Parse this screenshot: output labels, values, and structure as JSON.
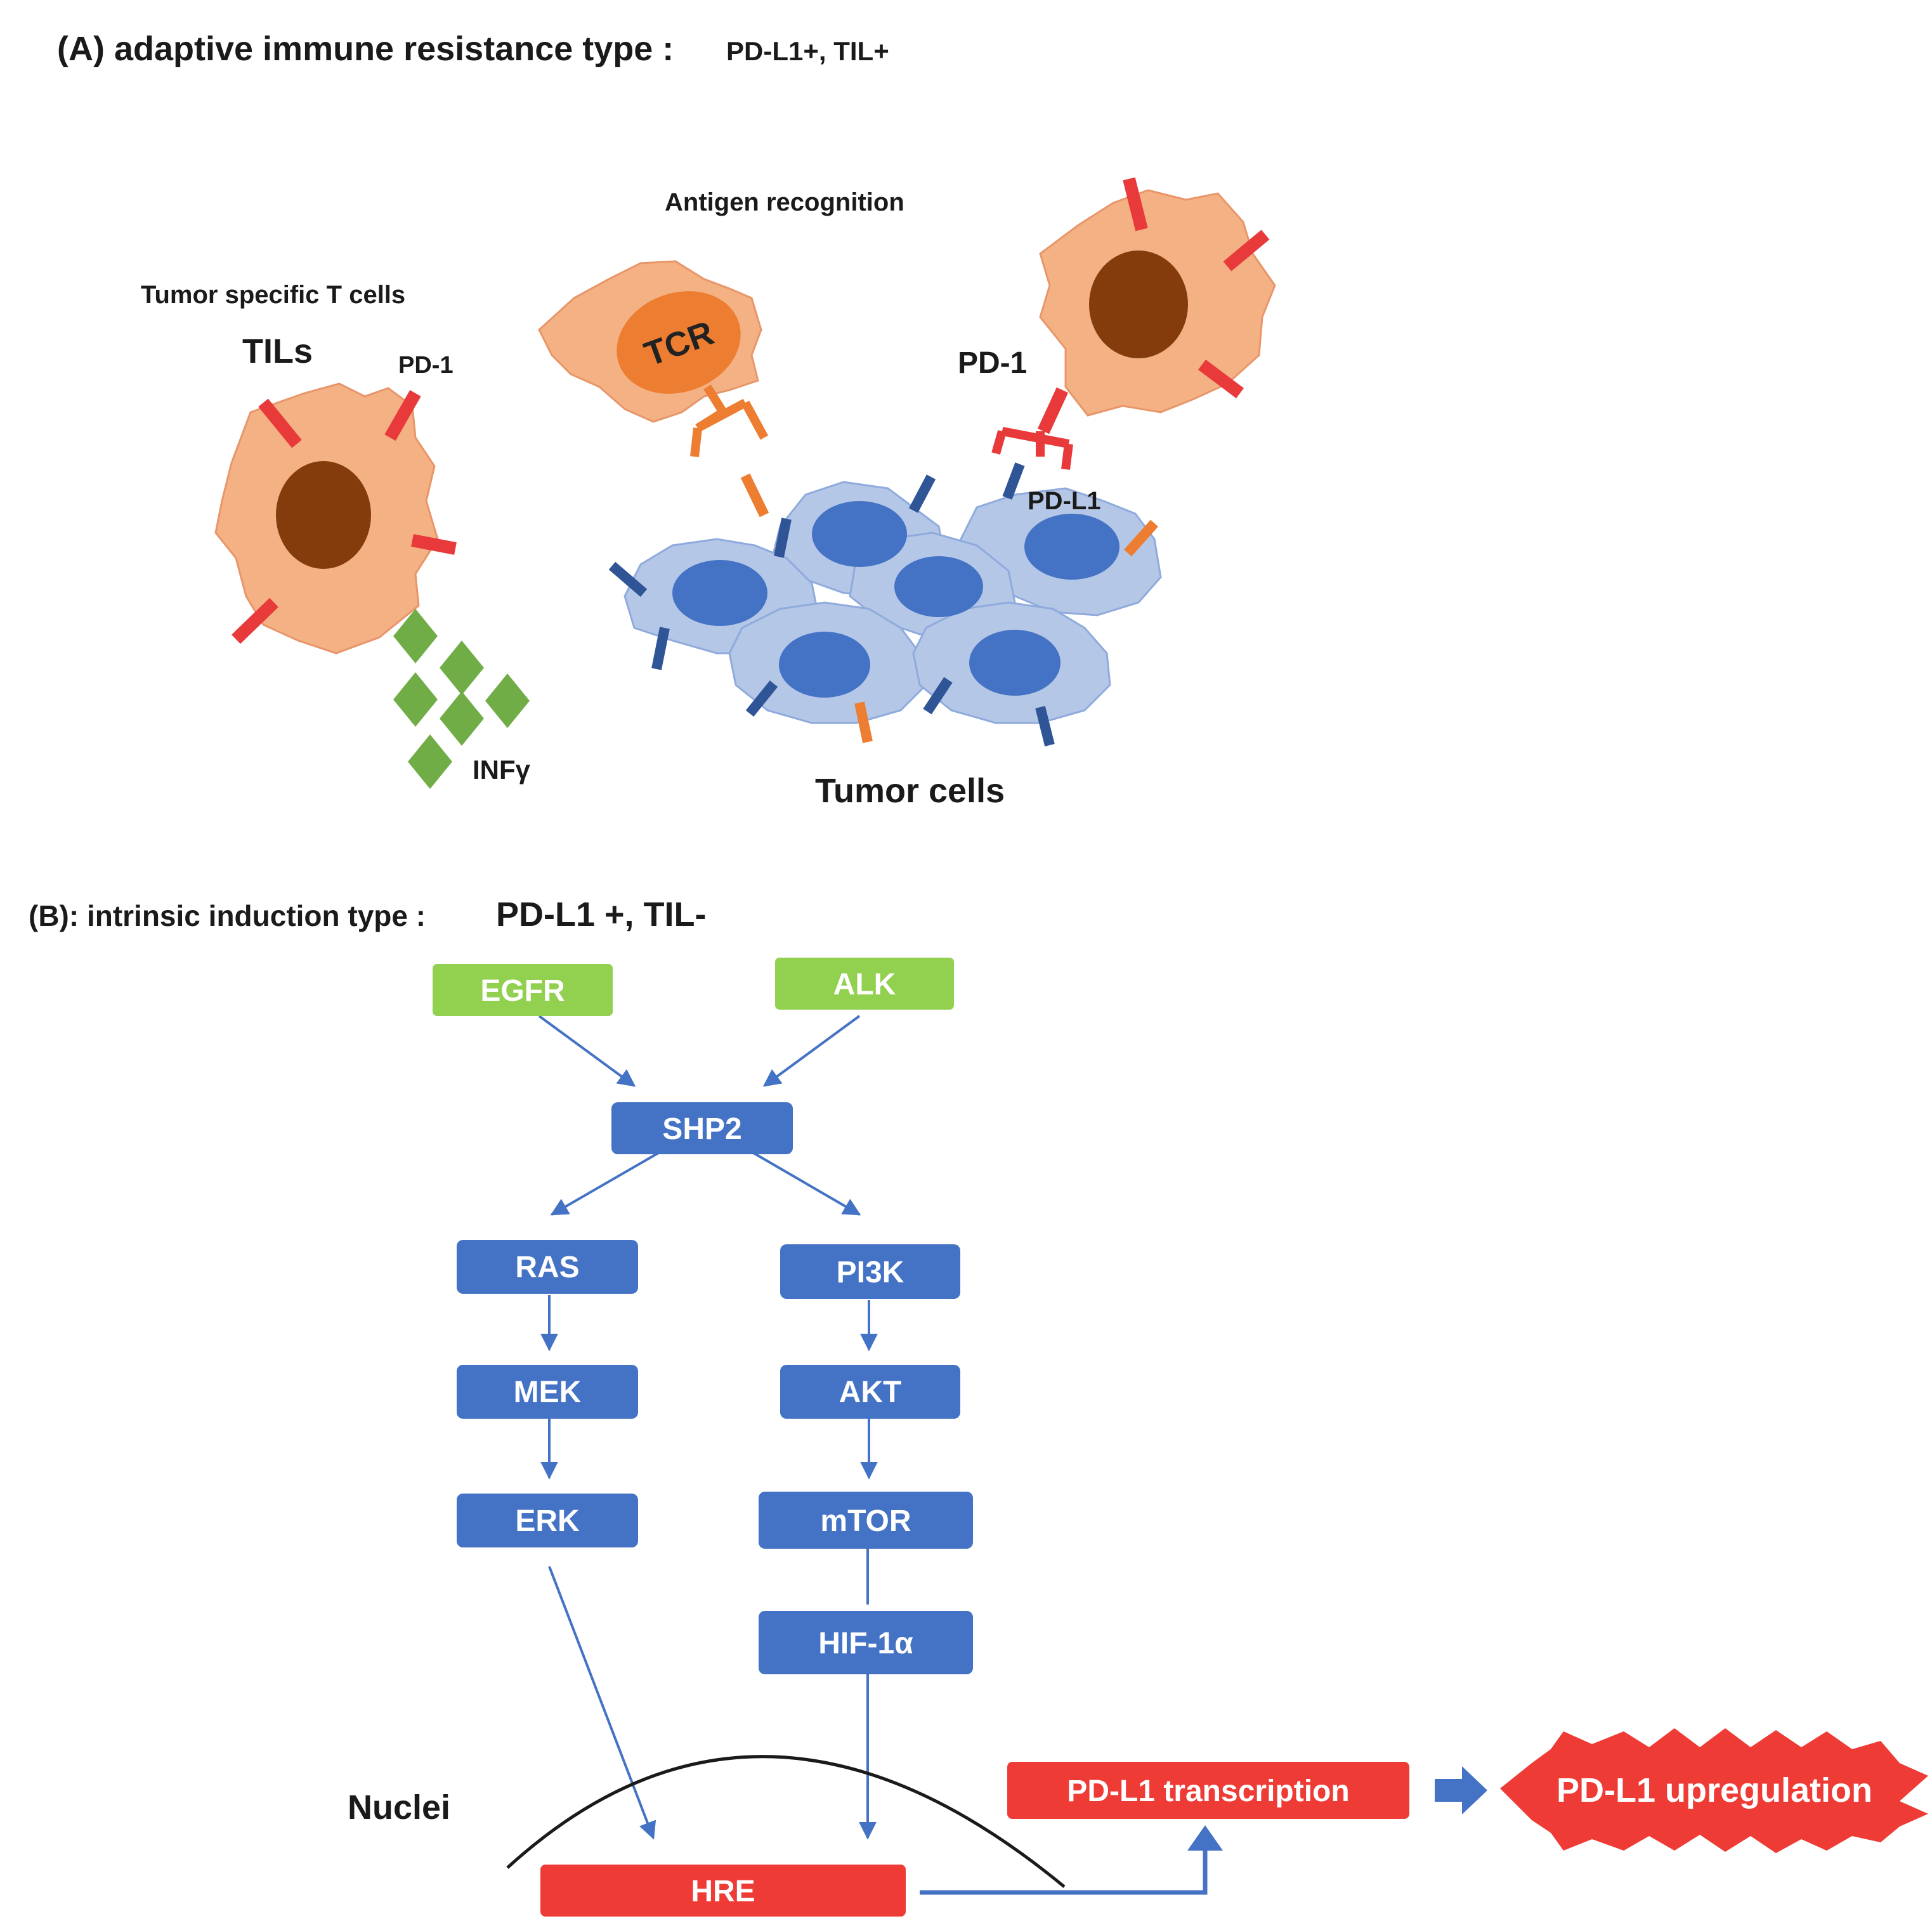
{
  "panel_a": {
    "title_main": "(A) adaptive immune resistance type :",
    "title_sub": "PD-L1+, TIL+",
    "antigen_recognition": "Antigen recognition",
    "tumor_specific_t_cells": "Tumor specific T cells",
    "tils": "TILs",
    "pd1_small": "PD-1",
    "tcr": "TCR",
    "pd1_large": "PD-1",
    "pdl1": "PD-L1",
    "infg": "INFγ",
    "tumor_cells": "Tumor cells"
  },
  "panel_b": {
    "title_main": "(B): intrinsic induction type :",
    "title_sub": "PD-L1 +, TIL-",
    "nodes": {
      "egfr": "EGFR",
      "alk": "ALK",
      "shp2": "SHP2",
      "ras": "RAS",
      "pi3k": "PI3K",
      "mek": "MEK",
      "akt": "AKT",
      "erk": "ERK",
      "mtor": "mTOR",
      "hif1a": "HIF-1α",
      "hre": "HRE",
      "pdl1_transcription": "PD-L1 transcription",
      "pdl1_upregulation": "PD-L1 upregulation"
    },
    "nuclei": "Nuclei"
  },
  "colors": {
    "t_cell": "#F4B183",
    "t_cell_outline": "#E8956A",
    "nucleus_brown": "#843C0C",
    "tcr_orange": "#ED7D31",
    "receptor_red": "#E83A3A",
    "tumor_cell": "#B4C7E7",
    "tumor_outline": "#8FAADC",
    "tumor_nucleus": "#4472C4",
    "pdl1_navy": "#2F5597",
    "cytokine_green": "#70AD47",
    "receptor_green_box": "#92D050",
    "pathway_blue": "#4472C4",
    "arrow_blue": "#4472C4",
    "output_red": "#EF3B36"
  }
}
